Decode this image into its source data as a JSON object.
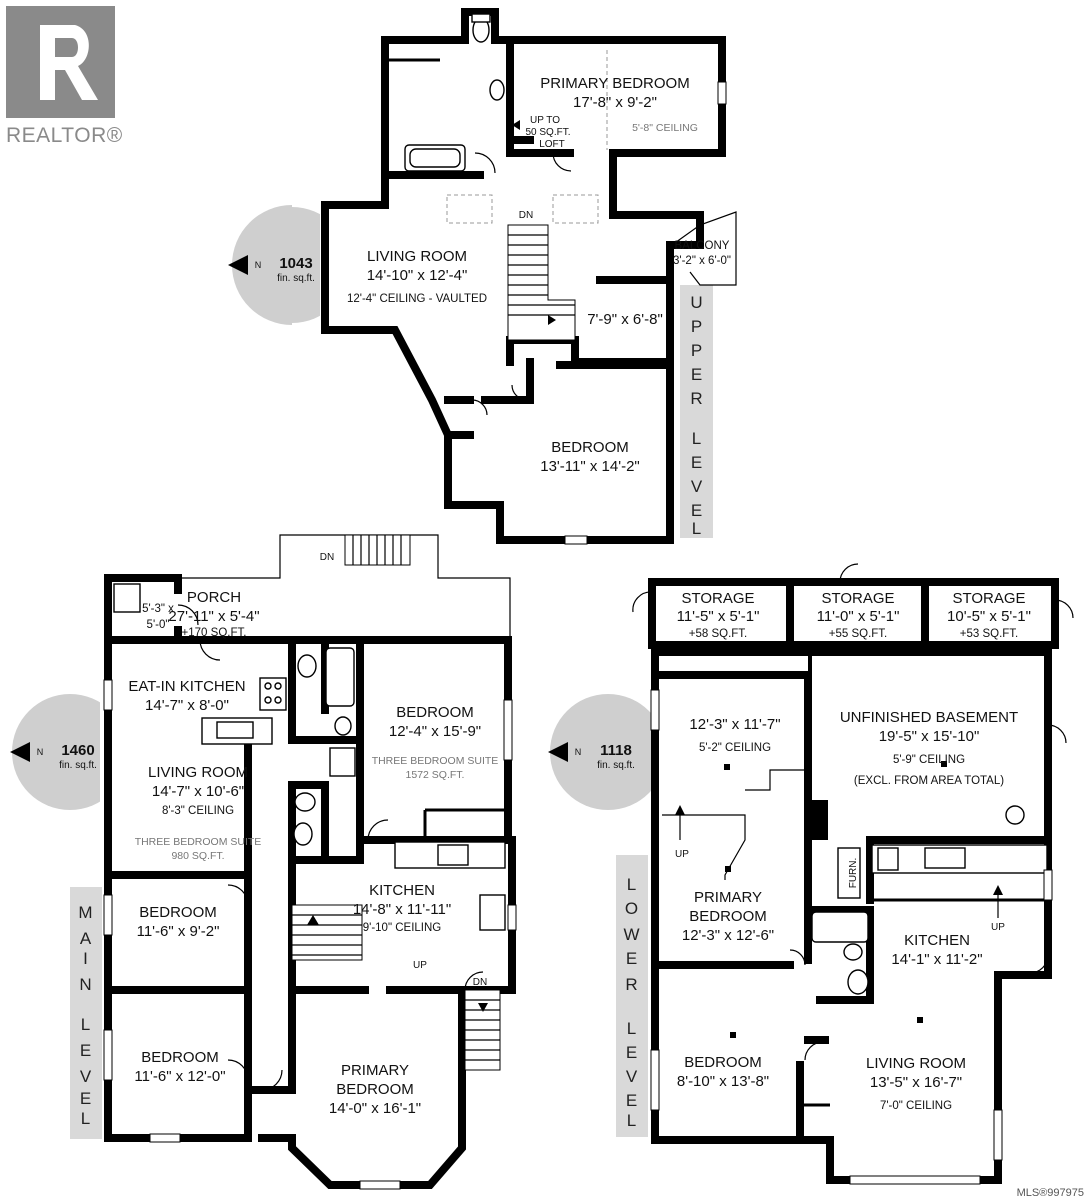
{
  "logo": {
    "text": "REALTOR®"
  },
  "mls": "MLS®997975",
  "upper": {
    "level_label": [
      "U",
      "P",
      "P",
      "E",
      "R",
      "",
      "L",
      "E",
      "V",
      "E",
      "L"
    ],
    "area": "1043",
    "area_unit": "fin. sq.ft.",
    "north": "N",
    "rooms": {
      "primary_bedroom": {
        "name": "PRIMARY BEDROOM",
        "dim": "17'-8\" x 9'-2\"",
        "note": "5'-8\" CEILING"
      },
      "loft": {
        "l1": "UP TO",
        "l2": "50 SQ.FT.",
        "l3": "LOFT"
      },
      "living": {
        "name": "LIVING ROOM",
        "dim": "14'-10\" x 12'-4\"",
        "note": "12'-4\" CEILING - VAULTED"
      },
      "balcony": {
        "name": "BALCONY",
        "dim": "3'-2\" x 6'-0\""
      },
      "den": {
        "dim": "7'-9\" x 6'-8\""
      },
      "bedroom": {
        "name": "BEDROOM",
        "dim": "13'-11\" x 14'-2\""
      },
      "stairs": {
        "label": "DN"
      }
    }
  },
  "main": {
    "level_label": [
      "M",
      "A",
      "I",
      "N",
      "",
      "L",
      "E",
      "V",
      "E",
      "L"
    ],
    "area": "1460",
    "area_unit": "fin. sq.ft.",
    "north": "N",
    "rooms": {
      "porch": {
        "name": "PORCH",
        "dim": "27'-11\" x 5'-4\"",
        "note": "+170 SQ.FT.",
        "stairs": "DN"
      },
      "closet": {
        "l1": "5'-3\" x",
        "l2": "5'-0\""
      },
      "eat_in": {
        "name": "EAT-IN KITCHEN",
        "dim": "14'-7\" x 8'-0\""
      },
      "living": {
        "name": "LIVING ROOM",
        "dim": "14'-7\" x 10'-6\"",
        "note": "8'-3\" CEILING",
        "suite1": "THREE BEDROOM SUITE",
        "suite2": "980 SQ.FT."
      },
      "bedroom_right": {
        "name": "BEDROOM",
        "dim": "12'-4\" x 15'-9\"",
        "suite1": "THREE BEDROOM SUITE",
        "suite2": "1572 SQ.FT."
      },
      "kitchen": {
        "name": "KITCHEN",
        "dim": "14'-8\" x 11'-11\"",
        "note": "9'-10\" CEILING",
        "up": "UP",
        "dn": "DN"
      },
      "bedroom_a": {
        "name": "BEDROOM",
        "dim": "11'-6\" x 9'-2\""
      },
      "bedroom_b": {
        "name": "BEDROOM",
        "dim": "11'-6\" x 12'-0\""
      },
      "primary": {
        "name1": "PRIMARY",
        "name2": "BEDROOM",
        "dim": "14'-0\" x 16'-1\""
      }
    }
  },
  "lower": {
    "level_label": [
      "L",
      "O",
      "W",
      "E",
      "R",
      "",
      "L",
      "E",
      "V",
      "E",
      "L"
    ],
    "area": "1118",
    "area_unit": "fin. sq.ft.",
    "north": "N",
    "rooms": {
      "storage1": {
        "name": "STORAGE",
        "dim": "11'-5\" x 5'-1\"",
        "note": "+58 SQ.FT."
      },
      "storage2": {
        "name": "STORAGE",
        "dim": "11'-0\" x 5'-1\"",
        "note": "+55 SQ.FT."
      },
      "storage3": {
        "name": "STORAGE",
        "dim": "10'-5\" x 5'-1\"",
        "note": "+53 SQ.FT."
      },
      "upper_room": {
        "dim": "12'-3\" x 11'-7\"",
        "note": "5'-2\" CEILING",
        "up": "UP"
      },
      "basement": {
        "name": "UNFINISHED BASEMENT",
        "dim": "19'-5\" x 15'-10\"",
        "note": "5'-9\" CEILING",
        "note2": "(EXCL. FROM AREA TOTAL)"
      },
      "primary": {
        "name1": "PRIMARY",
        "name2": "BEDROOM",
        "dim": "12'-3\" x 12'-6\""
      },
      "furn": {
        "label": "FURN."
      },
      "kitchen": {
        "name": "KITCHEN",
        "dim": "14'-1\" x 11'-2\"",
        "up": "UP"
      },
      "bedroom": {
        "name": "BEDROOM",
        "dim": "8'-10\" x 13'-8\""
      },
      "living": {
        "name": "LIVING ROOM",
        "dim": "13'-5\" x 16'-7\"",
        "note": "7'-0\" CEILING"
      }
    }
  }
}
